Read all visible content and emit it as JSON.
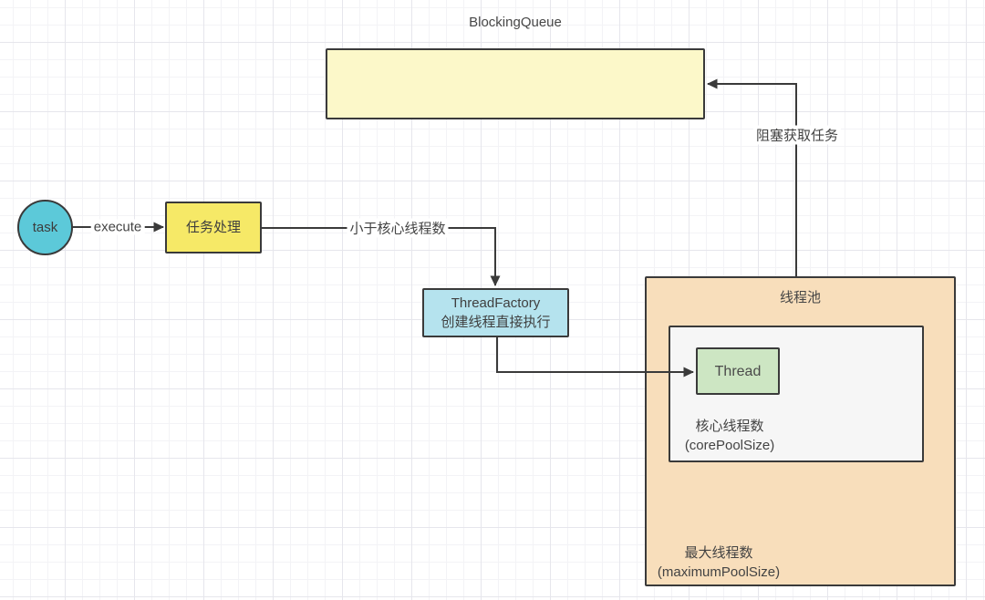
{
  "palette": {
    "edge_color": "#3a3a3a",
    "text_color": "#434343",
    "task_fill": "#5cc9d9",
    "task_process_fill": "#f6e967",
    "blocking_queue_fill": "#fcf8c9",
    "thread_factory_fill": "#b5e3ee",
    "thread_pool_fill": "#f8debb",
    "core_pool_fill": "#f6f6f6",
    "thread_fill": "#cde6c3",
    "grid_minor": "#f3f3f6",
    "grid_major": "#e6e6ec"
  },
  "nodes": {
    "blocking_queue": {
      "title": "BlockingQueue"
    },
    "task": {
      "label": "task"
    },
    "task_process": {
      "label": "任务处理"
    },
    "thread_factory": {
      "line1": "ThreadFactory",
      "line2": "创建线程直接执行"
    },
    "thread_pool": {
      "title": "线程池",
      "max_line1": "最大线程数",
      "max_line2": "(maximumPoolSize)"
    },
    "core_pool": {
      "line1": "核心线程数",
      "line2": "(corePoolSize)"
    },
    "thread": {
      "label": "Thread"
    }
  },
  "edges": {
    "execute": {
      "label": "execute"
    },
    "less_than_core": {
      "label": "小于核心线程数"
    },
    "blocking_fetch": {
      "label": "阻塞获取任务"
    }
  }
}
